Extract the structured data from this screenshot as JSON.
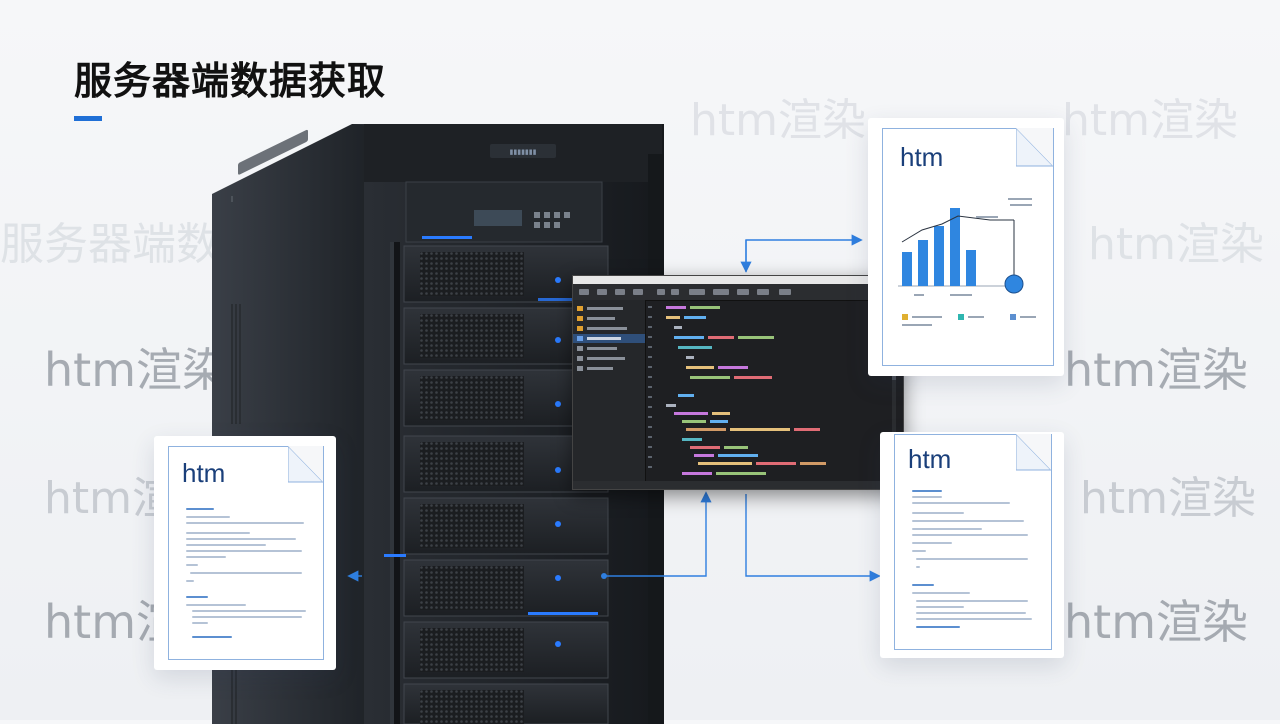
{
  "slide": {
    "title": "服务器端数据获取"
  },
  "watermarks": {
    "html_render": "htm渲染",
    "title_fragment": "服务器端数"
  },
  "documents": {
    "chart_doc_heading": "htm",
    "left_doc_heading": "htm",
    "right_doc_heading": "htm"
  },
  "colors": {
    "accent": "#1f6fd6",
    "chart_bars": "#2f86e0",
    "code_background": "#1e1f22",
    "server_led": "#2a7bff"
  },
  "icons": {
    "server": "server-rack-icon",
    "editor": "code-editor-window",
    "arrows": "connector-arrow-icon"
  }
}
